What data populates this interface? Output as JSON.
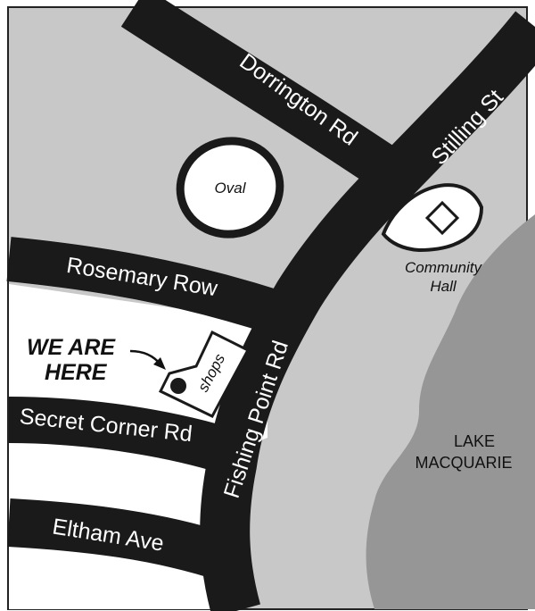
{
  "map": {
    "colors": {
      "land": "#c8c8c8",
      "water": "#969696",
      "road": "#1a1a1a",
      "white_area": "#ffffff",
      "border": "#222222"
    },
    "roads": {
      "dorrington": "Dorrington Rd",
      "stilling": "Stilling St",
      "rosemary": "Rosemary Row",
      "fishing_point": "Fishing Point Rd",
      "secret_corner": "Secret Corner Rd",
      "eltham": "Eltham Ave"
    },
    "places": {
      "oval": "Oval",
      "community_hall_line1": "Community",
      "community_hall_line2": "Hall",
      "lake_line1": "LAKE",
      "lake_line2": "MACQUARIE",
      "shops": "shops"
    },
    "marker": {
      "line1": "WE ARE",
      "line2": "HERE"
    },
    "icons": {
      "community_hall": "diamond-icon",
      "location": "location-dot-icon"
    }
  }
}
